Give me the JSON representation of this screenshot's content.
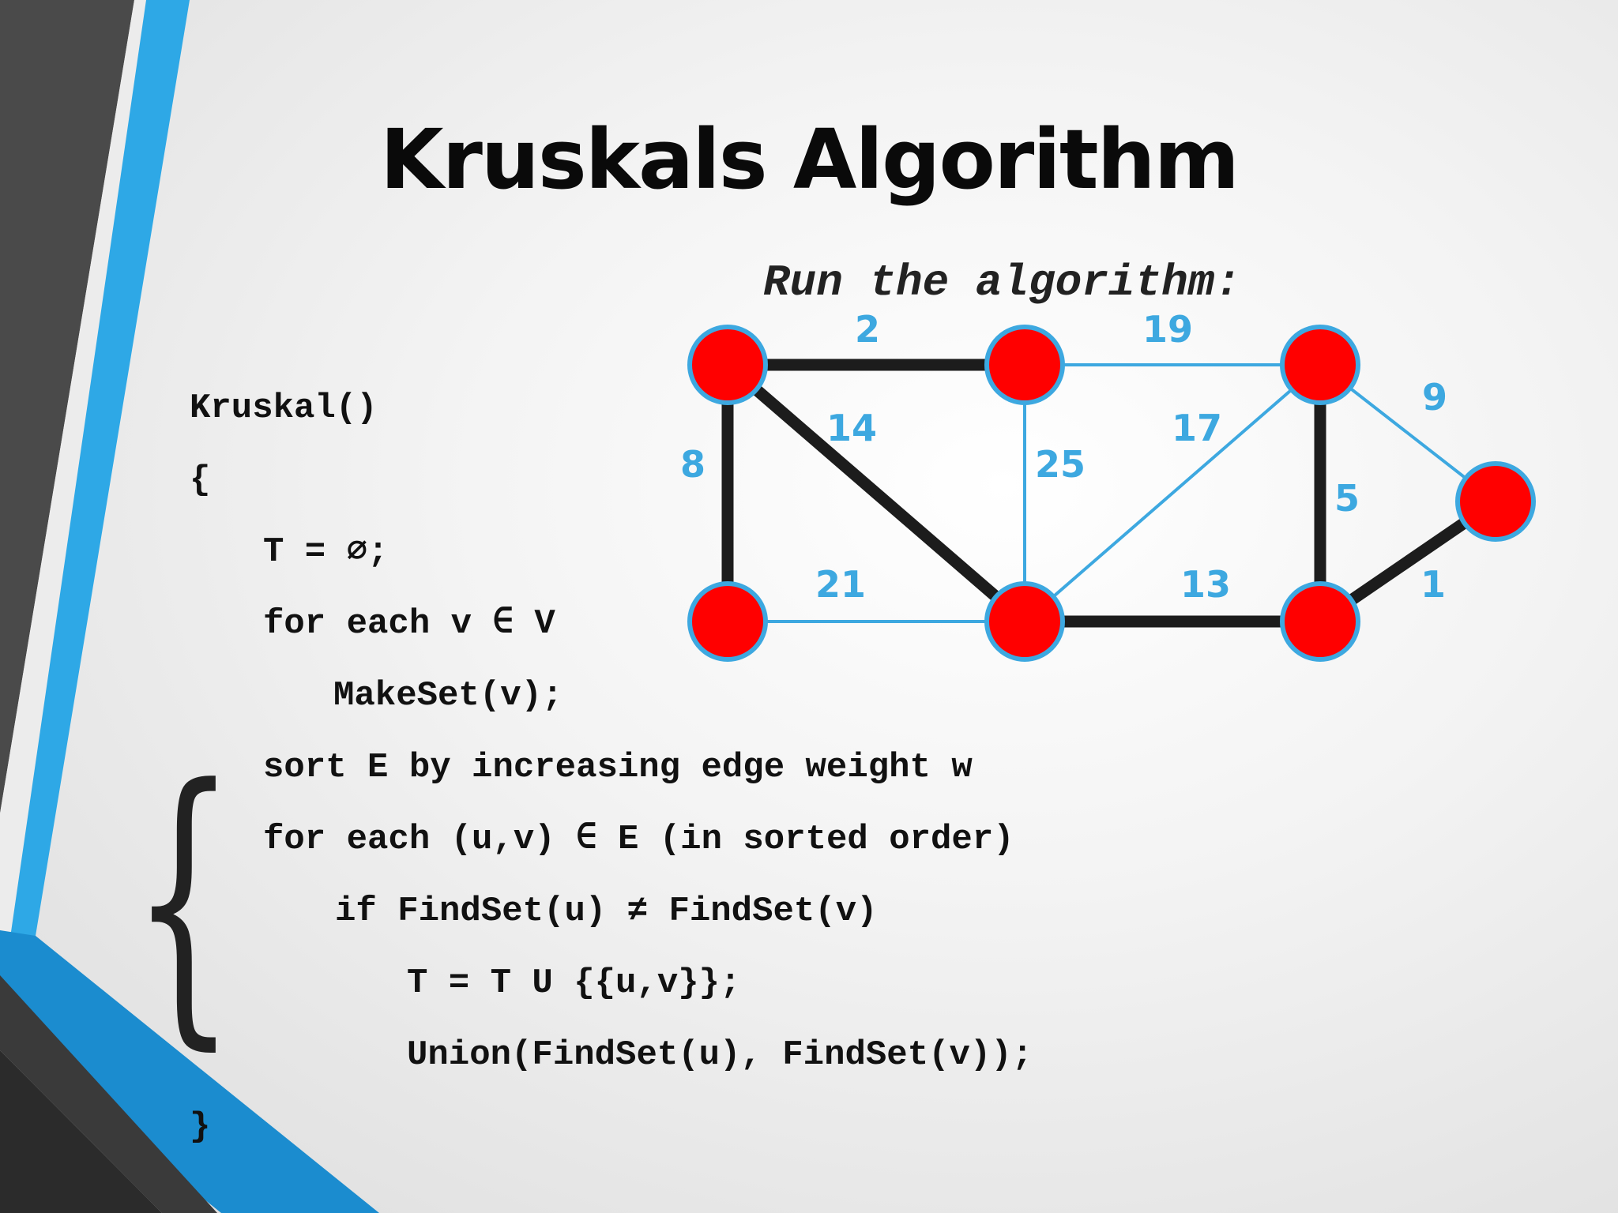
{
  "title": "Kruskals Algorithm",
  "subtitle": "Run the algorithm:",
  "code": {
    "line1": "Kruskal()",
    "line2": "{",
    "line3": "T = ∅;",
    "line4": "for each v ∈ V",
    "line5": "MakeSet(v);",
    "line6": "sort E by increasing edge weight w",
    "line7": "for each (u,v) ∈ E (in sorted order)",
    "line8": "if FindSet(u) ≠ FindSet(v)",
    "line9": "T = T U {{u,v}};",
    "line10": "Union(FindSet(u), FindSet(v));",
    "line11": "}"
  },
  "brace_glyph": "{",
  "graph": {
    "colors": {
      "node_fill": "#ff0000",
      "node_stroke": "#3da8e0",
      "tree_edge": "#1c1c1c",
      "other_edge": "#3da8e0",
      "weight_label": "#3da8e0"
    },
    "nodes": [
      "A",
      "B",
      "C",
      "D",
      "E",
      "F",
      "G"
    ],
    "edges": [
      {
        "from": "A",
        "to": "B",
        "weight": "2",
        "in_tree": true
      },
      {
        "from": "B",
        "to": "C",
        "weight": "19",
        "in_tree": false
      },
      {
        "from": "A",
        "to": "D",
        "weight": "8",
        "in_tree": true
      },
      {
        "from": "A",
        "to": "E",
        "weight": "14",
        "in_tree": true
      },
      {
        "from": "B",
        "to": "E",
        "weight": "25",
        "in_tree": false
      },
      {
        "from": "C",
        "to": "E",
        "weight": "17",
        "in_tree": false
      },
      {
        "from": "C",
        "to": "F",
        "weight": "5",
        "in_tree": true
      },
      {
        "from": "C",
        "to": "G",
        "weight": "9",
        "in_tree": false
      },
      {
        "from": "D",
        "to": "E",
        "weight": "21",
        "in_tree": false
      },
      {
        "from": "E",
        "to": "F",
        "weight": "13",
        "in_tree": true
      },
      {
        "from": "F",
        "to": "G",
        "weight": "1",
        "in_tree": true
      }
    ]
  }
}
